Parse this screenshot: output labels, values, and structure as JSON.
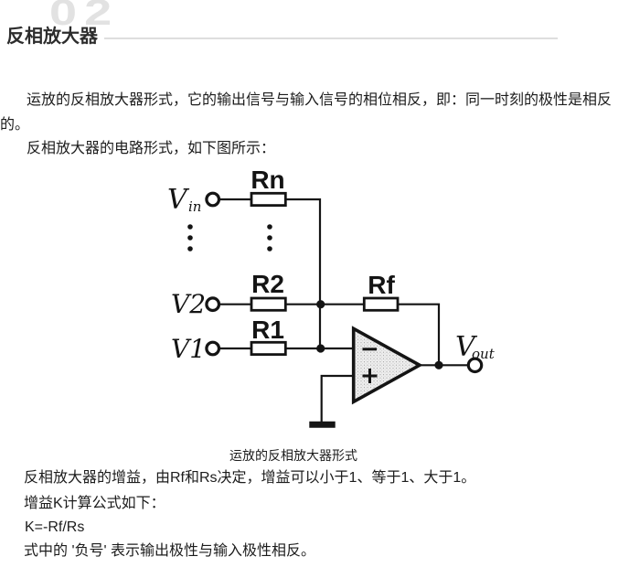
{
  "header": {
    "section_number": "02",
    "title": "反相放大器"
  },
  "article": {
    "p_intro": "运放的反相放大器形式，它的输出信号与输入信号的相位相反，即：同一时刻的极性是相反的。",
    "p_circuit_intro": "反相放大器的电路形式，如下图所示：",
    "figure_caption": "运放的反相放大器形式",
    "p_gain": "反相放大器的增益，由Rf和Rs决定，增益可以小于1、等于1、大于1。",
    "p_formula_intro": "增益K计算公式如下：",
    "formula": "K=-Rf/Rs",
    "p_note": "式中的 '负号' 表示输出极性与输入极性相反。"
  },
  "circuit": {
    "input_labels": {
      "vin_base": "V",
      "vin_sub": "in",
      "v2": "V2",
      "v1": "V1",
      "vout_base": "V",
      "vout_sub": "out"
    },
    "resistor_labels": {
      "rn": "Rn",
      "r2": "R2",
      "r1": "R1",
      "rf": "Rf"
    },
    "opamp": {
      "inverting_input": "−",
      "noninverting_input": "+"
    }
  },
  "colors": {
    "section_number": "#e2e2e2",
    "title_text": "#2d2d2d",
    "body_text": "#1c1c1c",
    "divider": "#dedede",
    "circuit_ink": "#141414"
  }
}
